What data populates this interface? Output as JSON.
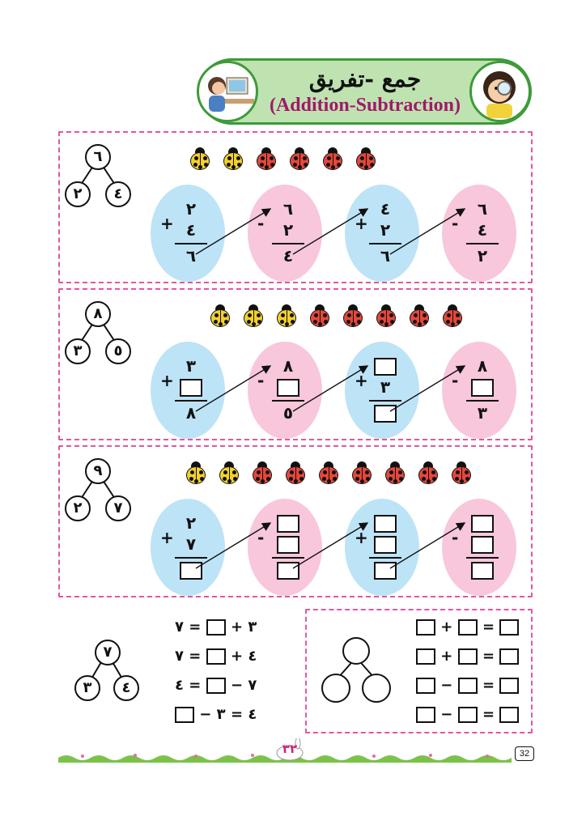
{
  "header": {
    "title_urdu": "جمع -تفریق",
    "title_english": "(Addition-Subtraction)"
  },
  "sections": [
    {
      "bond": {
        "top": "٦",
        "left": "٢",
        "right": "٤"
      },
      "ladybugs": {
        "yellow": 2,
        "red": 4
      },
      "ovals": [
        {
          "color": "blue",
          "sign": "+",
          "a": "٢",
          "b": "٤",
          "result": "٦"
        },
        {
          "color": "pink",
          "sign": "-",
          "a": "٦",
          "b": "٢",
          "result": "٤"
        },
        {
          "color": "blue",
          "sign": "+",
          "a": "٤",
          "b": "٢",
          "result": "٦"
        },
        {
          "color": "pink",
          "sign": "-",
          "a": "٦",
          "b": "٤",
          "result": "٢"
        }
      ]
    },
    {
      "bond": {
        "top": "٨",
        "left": "٣",
        "right": "٥"
      },
      "ladybugs": {
        "yellow": 3,
        "red": 5
      },
      "ovals": [
        {
          "color": "blue",
          "sign": "+",
          "a": "٣",
          "b": "",
          "result": "٨"
        },
        {
          "color": "pink",
          "sign": "-",
          "a": "٨",
          "b": "",
          "result": "٥"
        },
        {
          "color": "blue",
          "sign": "+",
          "a": "",
          "b": "٣",
          "result": ""
        },
        {
          "color": "pink",
          "sign": "-",
          "a": "٨",
          "b": "",
          "result": "٣"
        }
      ]
    },
    {
      "bond": {
        "top": "٩",
        "left": "٢",
        "right": "٧"
      },
      "ladybugs": {
        "yellow": 2,
        "red": 7
      },
      "ovals": [
        {
          "color": "blue",
          "sign": "+",
          "a": "٢",
          "b": "٧",
          "result": ""
        },
        {
          "color": "pink",
          "sign": "-",
          "a": "",
          "b": "",
          "result": ""
        },
        {
          "color": "blue",
          "sign": "+",
          "a": "",
          "b": "",
          "result": ""
        },
        {
          "color": "pink",
          "sign": "-",
          "a": "",
          "b": "",
          "result": ""
        }
      ]
    }
  ],
  "bottom_left": {
    "bond": {
      "top": "٧",
      "left": "٣",
      "right": "٤"
    },
    "equations": [
      {
        "left": "٣",
        "op": "+",
        "mid": "",
        "eq": "=",
        "right": "٧"
      },
      {
        "left": "٤",
        "op": "+",
        "mid": "",
        "eq": "=",
        "right": "٧"
      },
      {
        "left": "٧",
        "op": "−",
        "mid": "",
        "eq": "=",
        "right": "٤"
      },
      {
        "left": "",
        "op": "−",
        "mid": "٤",
        "eq": "=",
        "right": "٣"
      }
    ]
  },
  "bottom_right": {
    "equations": [
      {
        "op": "+",
        "eq": "="
      },
      {
        "op": "+",
        "eq": "="
      },
      {
        "op": "−",
        "eq": "="
      },
      {
        "op": "−",
        "eq": "="
      }
    ]
  },
  "footer": {
    "page_urdu": "٣٢",
    "page_number": "32"
  },
  "colors": {
    "blue_oval": "#bde3f7",
    "pink_oval": "#f8c7dc",
    "panel_border": "#e0589b",
    "header_fill": "#bfe3b0",
    "title_english": "#a0196a"
  }
}
